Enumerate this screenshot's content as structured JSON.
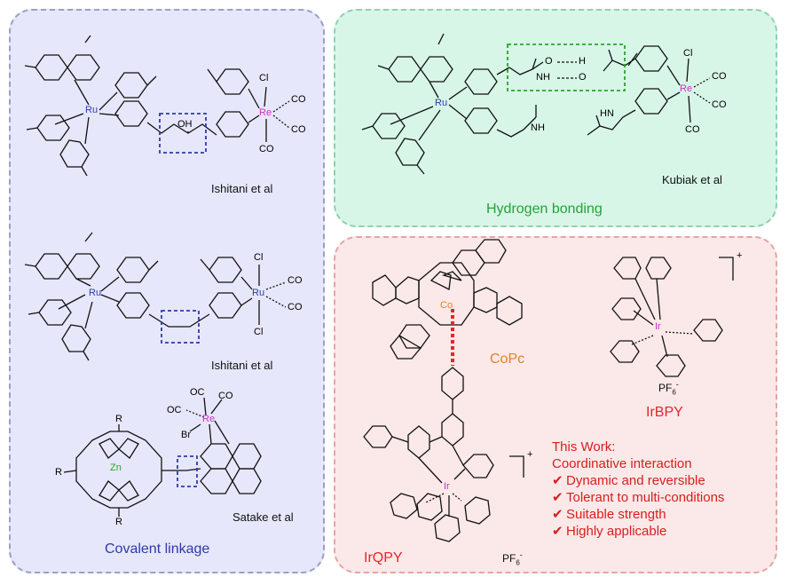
{
  "colors": {
    "covalent_panel": "#e6e7fa",
    "hbond_panel": "#d7f6e7",
    "thiswork_panel": "#fbe8e8",
    "ru": "#2e3aa8",
    "re": "#cc2fcf",
    "zn": "#2aa52a",
    "co": "#e2832a",
    "highlight_box": "#2e3aa8",
    "hbond_box": "#2aa52a",
    "coordination": "#e8242a",
    "work_text": "#d81e1e"
  },
  "atoms": {
    "ru": "Ru",
    "re": "Re",
    "ir": "Ir",
    "zn": "Zn",
    "co": "Co",
    "n": "N",
    "cl": "Cl",
    "br": "Br",
    "o": "O",
    "h": "H",
    "oh": "OH",
    "co_ligand": "CO",
    "oc_ligand": "OC",
    "nh": "NH",
    "hn": "HN",
    "r": "R"
  },
  "charge": "+",
  "counterion": "PF",
  "counterion_sub": "6",
  "counterion_sup": "-",
  "labels": {
    "ref_1": "Ishitani et al",
    "ref_2": "Ishitani et al",
    "ref_3": "Satake et al",
    "ref_kubiak": "Kubiak et al",
    "section_covalent": "Covalent linkage",
    "section_hbond": "Hydrogen bonding",
    "copc": "CoPc",
    "irbpy": "IrBPY",
    "irqpy": "IrQPY"
  },
  "this_work": {
    "title": "This Work:",
    "subtitle": "Coordinative interaction",
    "items": [
      "Dynamic and reversible",
      "Tolerant to multi-conditions",
      "Suitable strength",
      "Highly applicable"
    ]
  }
}
